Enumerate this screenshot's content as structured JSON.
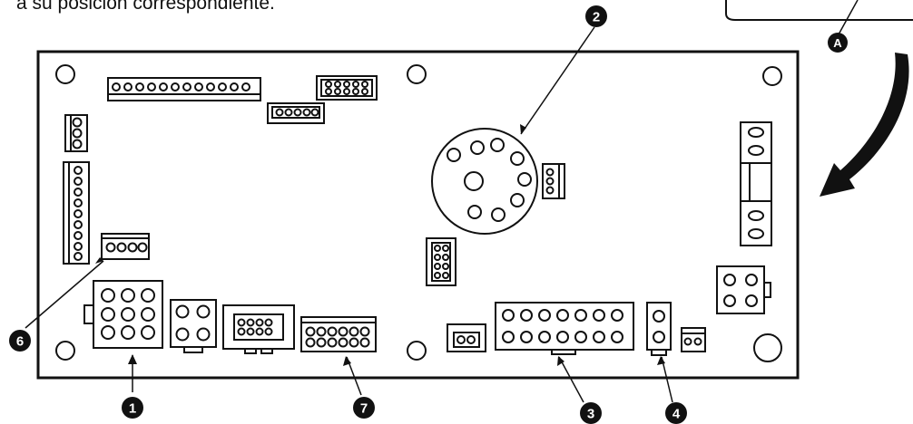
{
  "caption": "a su posición correspondiente.",
  "callouts": {
    "c1": "1",
    "c2": "2",
    "c3": "3",
    "c4": "4",
    "c6": "6",
    "c7": "7",
    "cA": "A"
  }
}
